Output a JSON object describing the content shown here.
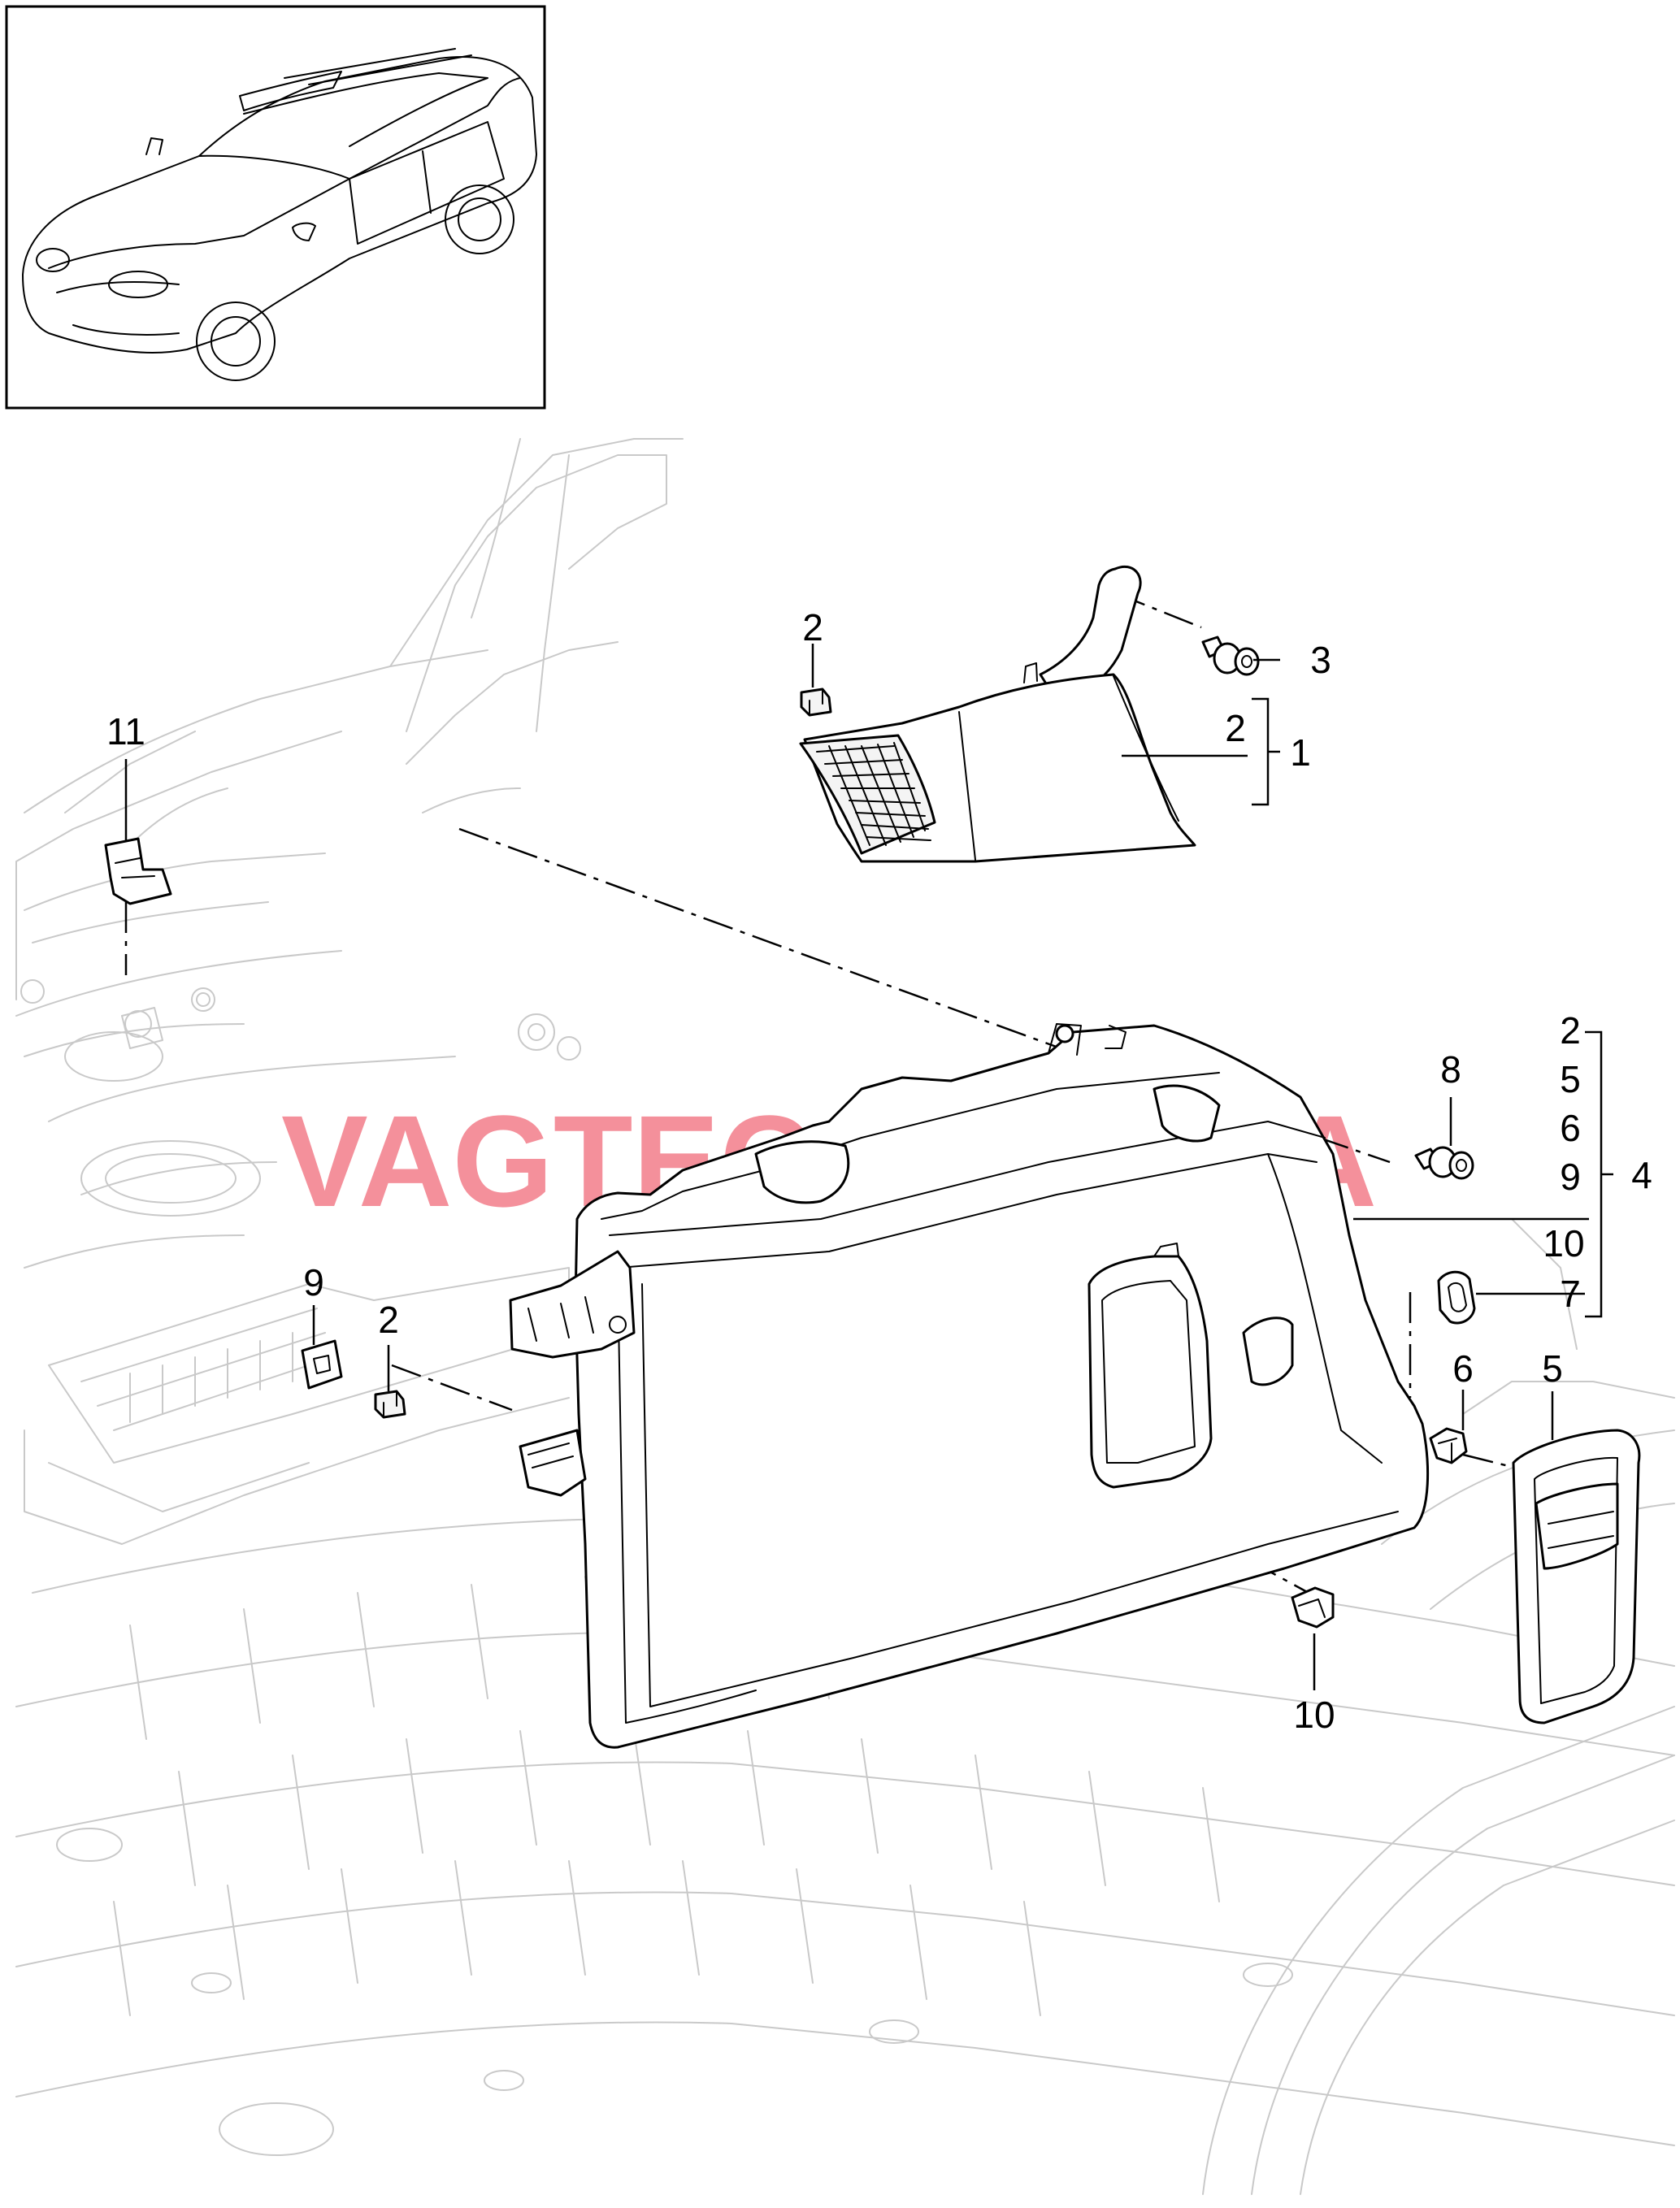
{
  "callouts": {
    "c1": "1",
    "c2a": "2",
    "c2b": "2",
    "c2c": "2",
    "c2d": "2",
    "c3": "3",
    "c4": "4",
    "c5a": "5",
    "c5b": "5",
    "c6a": "6",
    "c6b": "6",
    "c7": "7",
    "c8": "8",
    "c9a": "9",
    "c9b": "9",
    "c10a": "10",
    "c10b": "10",
    "c11": "11"
  },
  "watermark": "VAGTEC.COM.UA"
}
